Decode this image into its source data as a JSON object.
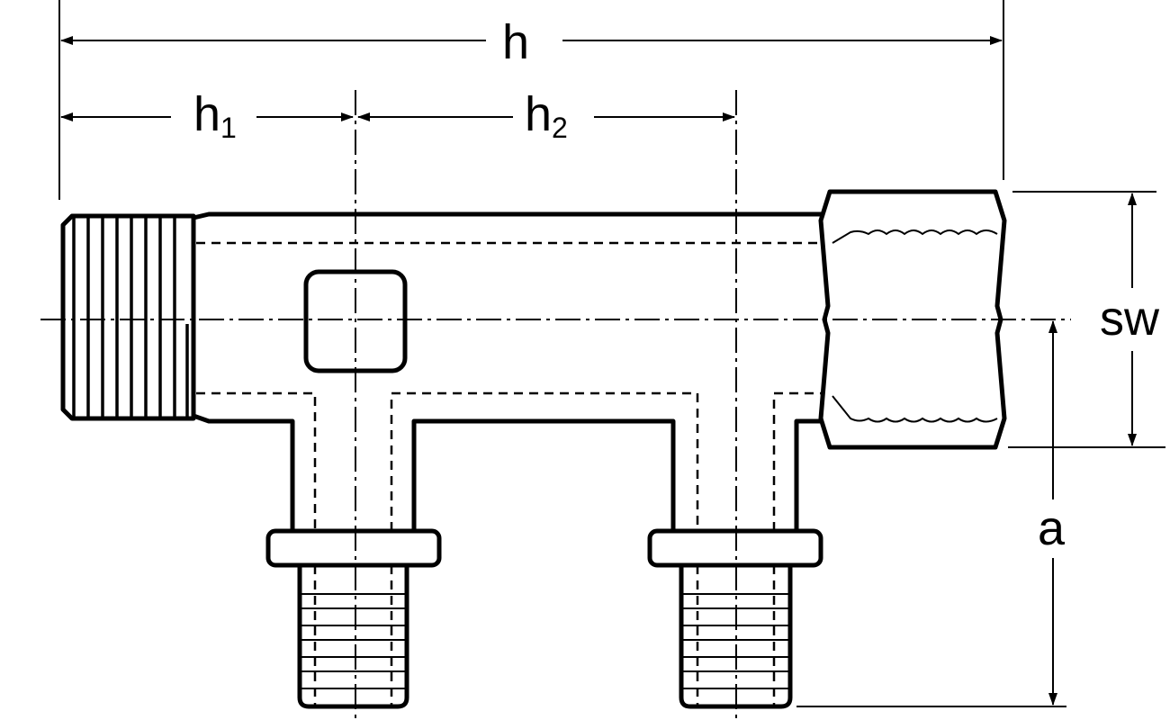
{
  "labels": {
    "h": "h",
    "h1_main": "h",
    "h1_sub": "1",
    "h2_main": "h",
    "h2_sub": "2",
    "sw": "sw",
    "a": "a"
  }
}
